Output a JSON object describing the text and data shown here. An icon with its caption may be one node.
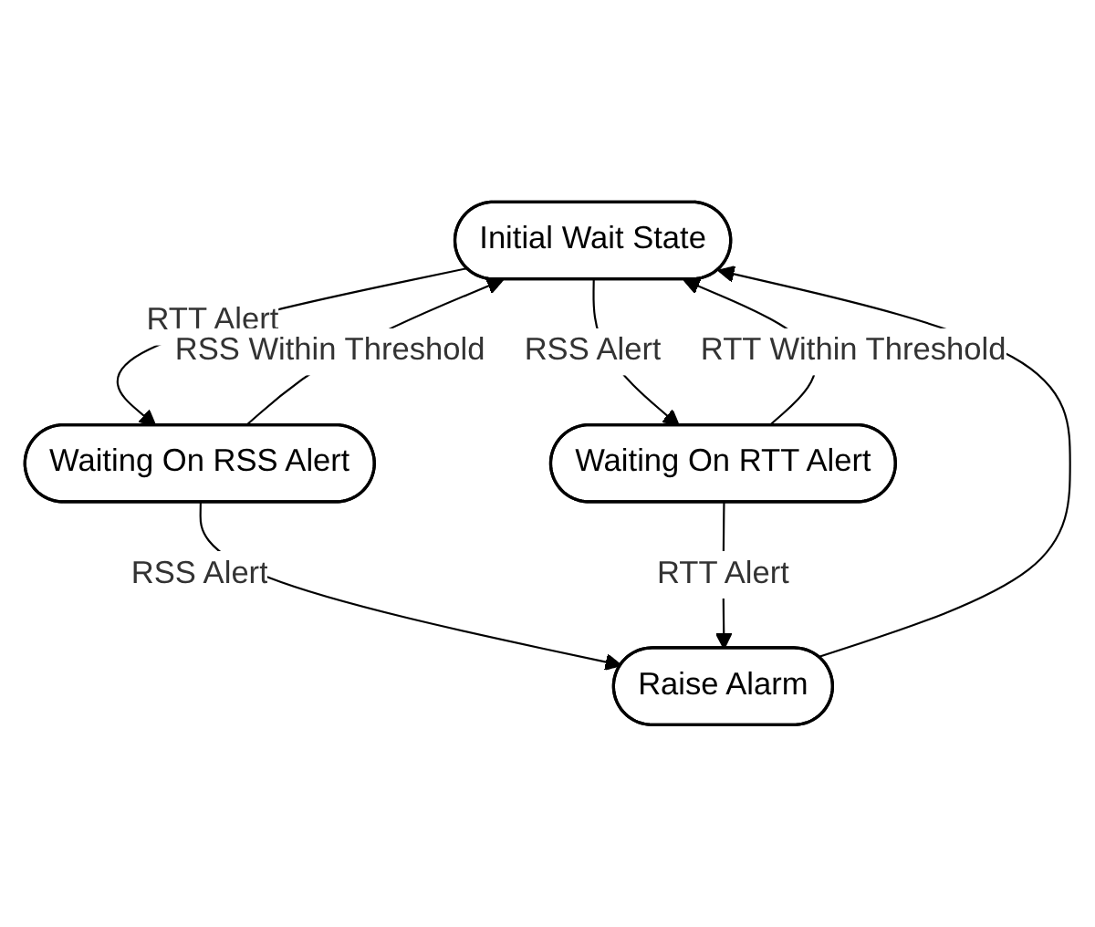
{
  "diagram": {
    "nodes": [
      {
        "text": [
          "Initial Wait State"
        ]
      },
      {
        "text": [
          "Waiting On RSS Alert"
        ]
      },
      {
        "text": [
          "Waiting On RTT Alert"
        ]
      },
      {
        "text": [
          "Raise Alarm"
        ]
      }
    ],
    "edges": [
      {
        "from": 0,
        "to": 1,
        "arrow": "to",
        "label": "RTT Alert"
      },
      {
        "from": 1,
        "to": 0,
        "arrow": "to",
        "label": "RSS Within Threshold"
      },
      {
        "from": 0,
        "to": 2,
        "arrow": "to",
        "label": "RSS Alert"
      },
      {
        "from": 2,
        "to": 0,
        "arrow": "to",
        "label": "RTT Within Threshold"
      },
      {
        "from": 1,
        "to": 3,
        "arrow": "to",
        "label": "RSS Alert"
      },
      {
        "from": 2,
        "to": 3,
        "arrow": "to",
        "label": "RTT Alert"
      },
      {
        "from": 3,
        "to": 0,
        "arrow": "to"
      }
    ]
  }
}
